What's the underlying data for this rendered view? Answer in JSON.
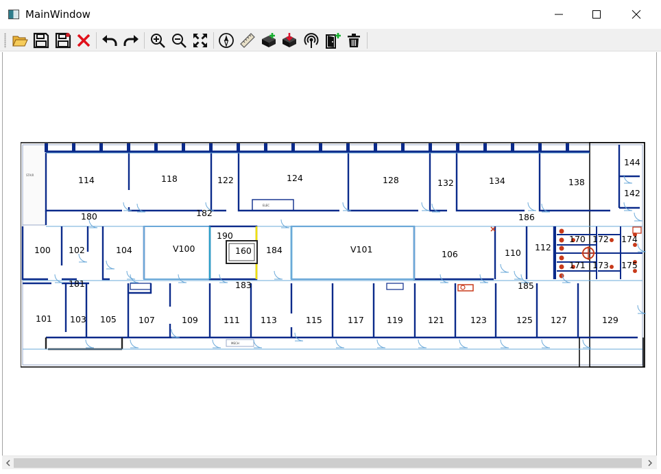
{
  "window": {
    "title": "MainWindow",
    "icon": "app-window-icon"
  },
  "titlebar_controls": [
    "minimize-icon",
    "maximize-icon",
    "close-icon"
  ],
  "toolbar": {
    "buttons": [
      {
        "name": "open",
        "icon": "folder-open-icon"
      },
      {
        "name": "save",
        "icon": "save-icon"
      },
      {
        "name": "save-as",
        "icon": "save-as-icon"
      },
      {
        "name": "close-file",
        "icon": "red-x-icon"
      },
      {
        "name": "undo",
        "icon": "undo-icon"
      },
      {
        "name": "redo",
        "icon": "redo-icon"
      },
      {
        "name": "zoom-in",
        "icon": "zoom-in-icon"
      },
      {
        "name": "zoom-out",
        "icon": "zoom-out-icon"
      },
      {
        "name": "fit-to-window",
        "icon": "expand-icon"
      },
      {
        "name": "compass",
        "icon": "compass-icon"
      },
      {
        "name": "measure",
        "icon": "ruler-icon"
      },
      {
        "name": "add-item",
        "icon": "add-box-icon"
      },
      {
        "name": "remove-item",
        "icon": "remove-box-icon"
      },
      {
        "name": "access-point",
        "icon": "wireless-icon"
      },
      {
        "name": "add-door",
        "icon": "add-door-icon"
      },
      {
        "name": "delete",
        "icon": "trash-icon"
      }
    ]
  },
  "floorplan": {
    "colors": {
      "wall": "#0a2a8a",
      "inner": "#6aa8d8",
      "highlight": "#f0e000",
      "fixture": "#c83a1a"
    },
    "rooms": [
      {
        "label": "114"
      },
      {
        "label": "118"
      },
      {
        "label": "122"
      },
      {
        "label": "124"
      },
      {
        "label": "128"
      },
      {
        "label": "132"
      },
      {
        "label": "134"
      },
      {
        "label": "138"
      },
      {
        "label": "144"
      },
      {
        "label": "142"
      },
      {
        "label": "180"
      },
      {
        "label": "182"
      },
      {
        "label": "186"
      },
      {
        "label": "100"
      },
      {
        "label": "102"
      },
      {
        "label": "104"
      },
      {
        "label": "V100"
      },
      {
        "label": "190"
      },
      {
        "label": "160"
      },
      {
        "label": "184"
      },
      {
        "label": "V101"
      },
      {
        "label": "106"
      },
      {
        "label": "110"
      },
      {
        "label": "112"
      },
      {
        "label": "170"
      },
      {
        "label": "172"
      },
      {
        "label": "174"
      },
      {
        "label": "171"
      },
      {
        "label": "173"
      },
      {
        "label": "175"
      },
      {
        "label": "181"
      },
      {
        "label": "183"
      },
      {
        "label": "185"
      },
      {
        "label": "101"
      },
      {
        "label": "103"
      },
      {
        "label": "105"
      },
      {
        "label": "107"
      },
      {
        "label": "109"
      },
      {
        "label": "111"
      },
      {
        "label": "113"
      },
      {
        "label": "115"
      },
      {
        "label": "117"
      },
      {
        "label": "119"
      },
      {
        "label": "121"
      },
      {
        "label": "123"
      },
      {
        "label": "125"
      },
      {
        "label": "127"
      },
      {
        "label": "129"
      }
    ]
  },
  "scrollbar": {
    "left_icon": "chevron-left-icon",
    "right_icon": "chevron-right-icon"
  }
}
